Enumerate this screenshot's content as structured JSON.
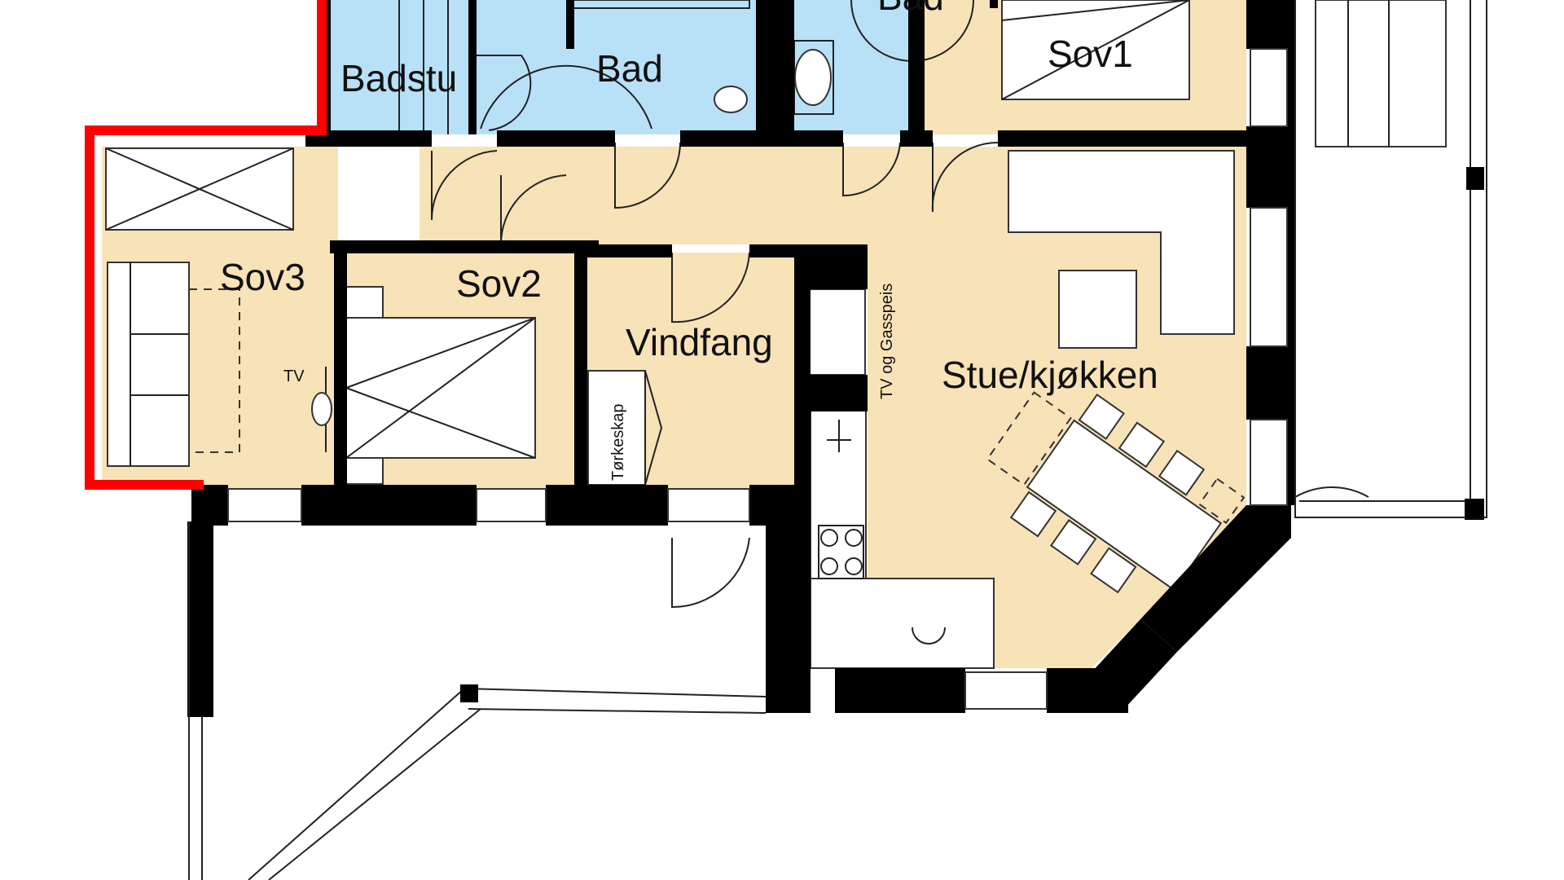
{
  "colors": {
    "wet_room": "#b8e1f8",
    "dry_room": "#f8e2b8",
    "wall": "#000000",
    "boundary": "#ff0000",
    "background": "#ffffff"
  },
  "rooms": {
    "badstu": "Badstu",
    "bad": "Bad",
    "bad_top": "Bad",
    "sov1": "Sov1",
    "sov2": "Sov2",
    "sov3": "Sov3",
    "vindfang": "Vindfang",
    "stue_kjokken": "Stue/kjøkken"
  },
  "annotations": {
    "tv": "TV",
    "torkeskap": "Tørkeskap",
    "tv_gasspeis": "TV og Gasspeis"
  }
}
